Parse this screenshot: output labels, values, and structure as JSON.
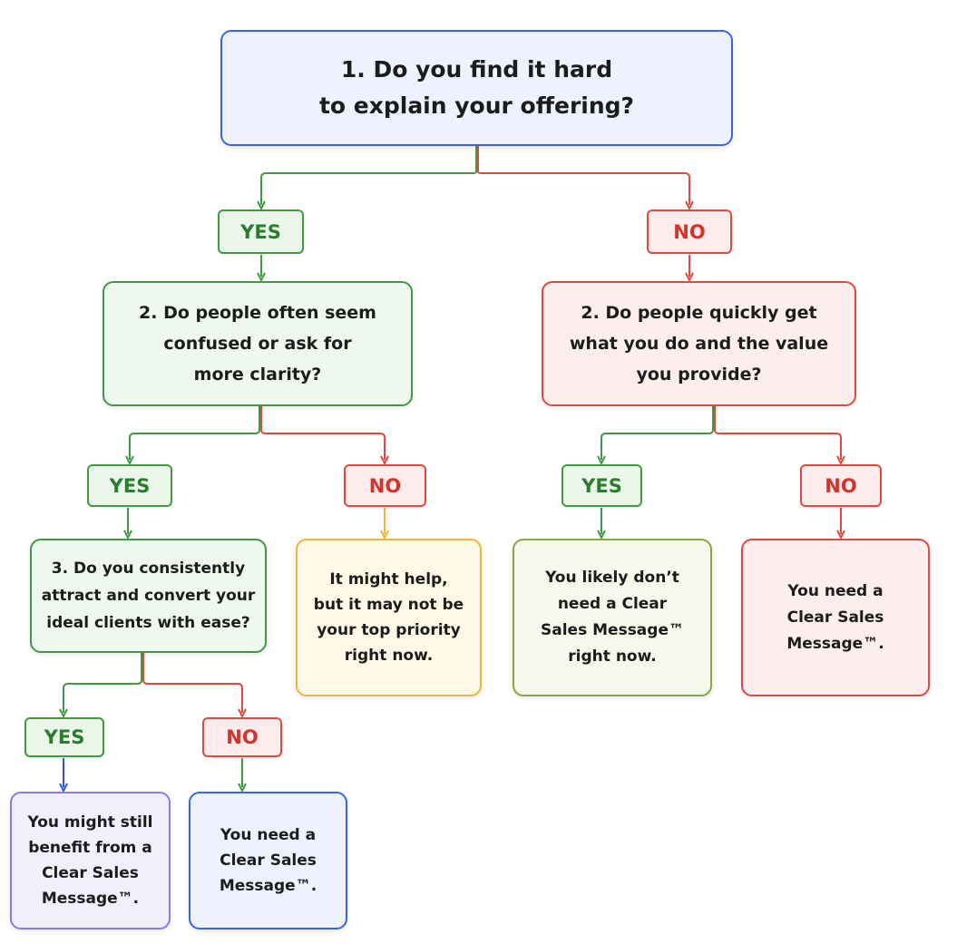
{
  "flowchart": {
    "q1": "1. Do you find it hard\nto explain your offering?",
    "q1_yes": "YES",
    "q1_no": "NO",
    "q2_left": "2. Do people often seem\nconfused or ask for\nmore clarity?",
    "q2_right": "2. Do people quickly get\nwhat you do and the value\nyou provide?",
    "q2_left_yes": "YES",
    "q2_left_no": "NO",
    "q2_right_yes": "YES",
    "q2_right_no": "NO",
    "q3": "3. Do you consistently\nattract and convert your\nideal clients with ease?",
    "outcome_might_help": "It might help,\nbut it may not be\nyour top priority\nright now.",
    "outcome_likely_dont": "You likely don’t\nneed a Clear\nSales Message™\nright now.",
    "outcome_need_right": "You need a\nClear Sales\nMessage™.",
    "q3_yes": "YES",
    "q3_no": "NO",
    "outcome_might_benefit": "You might still\nbenefit from a\nClear Sales\nMessage™.",
    "outcome_need_bottom": "You need a\nClear Sales\nMessage™."
  },
  "colors": {
    "green": "#3f9a42",
    "red": "#e04a3e",
    "orange": "#f0b43a",
    "blue": "#2f55d4",
    "blue_box": "#3a66d9",
    "olive": "#8aa63e",
    "purple": "#8f7ae0"
  }
}
